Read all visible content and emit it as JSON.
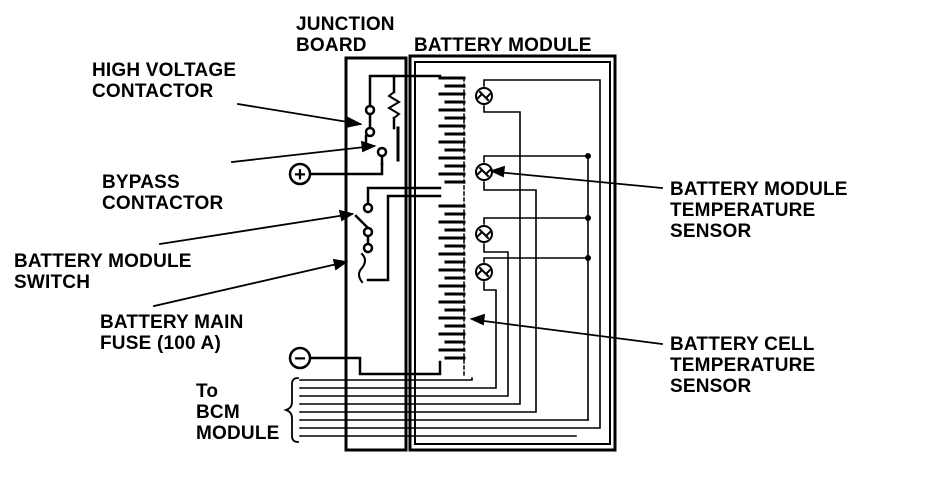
{
  "labels": {
    "junction_board": [
      "JUNCTION",
      "BOARD"
    ],
    "battery_module_header": "BATTERY MODULE",
    "high_voltage_contactor": [
      "HIGH VOLTAGE",
      "CONTACTOR"
    ],
    "bypass_contactor": [
      "BYPASS",
      "CONTACTOR"
    ],
    "battery_module_switch": [
      "BATTERY MODULE",
      "SWITCH"
    ],
    "battery_main_fuse": [
      "BATTERY MAIN",
      "FUSE (100 A)"
    ],
    "to_bcm_module": [
      "To",
      "BCM",
      "MODULE"
    ],
    "battery_module_temp_sensor": [
      "BATTERY MODULE",
      "TEMPERATURE",
      "SENSOR"
    ],
    "battery_cell_temp_sensor": [
      "BATTERY CELL",
      "TEMPERATURE",
      "SENSOR"
    ]
  },
  "terminals": {
    "positive_symbol": "+",
    "negative_symbol": "−"
  }
}
